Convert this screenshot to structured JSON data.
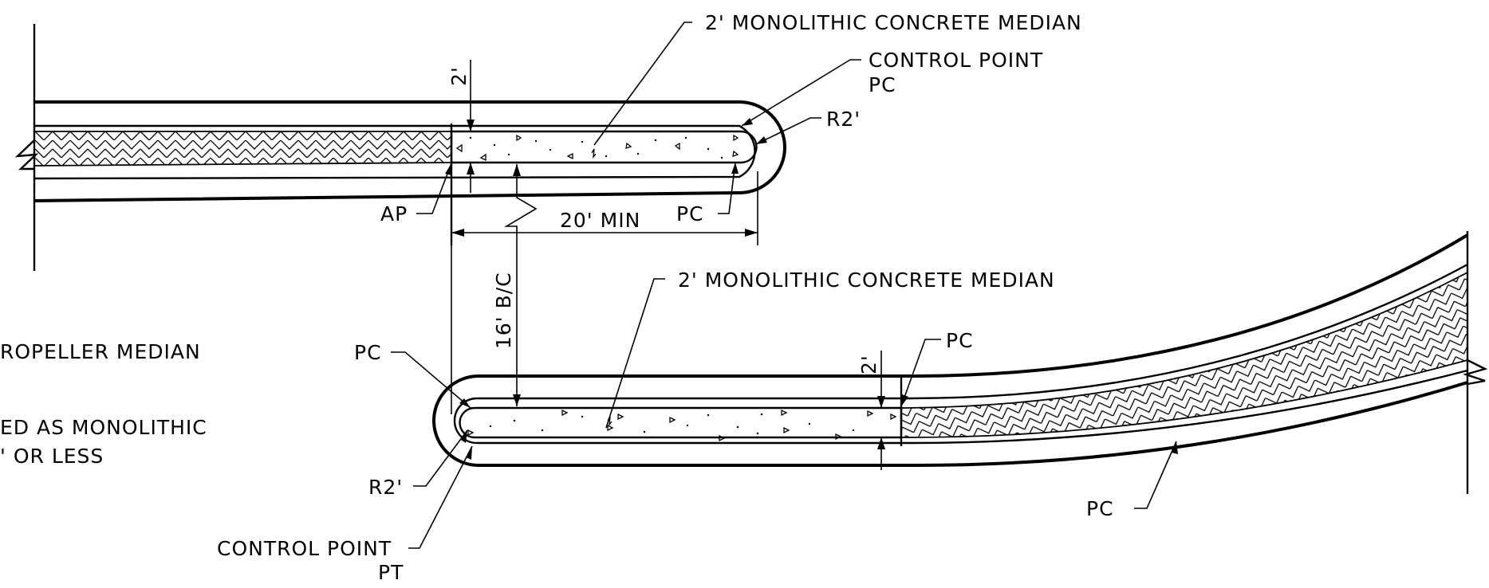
{
  "labels": {
    "median_top": "2' MONOLITHIC CONCRETE MEDIAN",
    "control_point_top": "CONTROL POINT",
    "control_point_top_pc": "PC",
    "r2_top": "R2'",
    "dim_2_top": "2'",
    "ap": "AP",
    "pc_top_bottom": "PC",
    "dim_20_min": "20' MIN",
    "dim_16_bc": "16' B/C",
    "median_bottom": "2' MONOLITHIC CONCRETE MEDIAN",
    "pc_bottom_right": "PC",
    "dim_2_bottom": "2'",
    "pc_left": "PC",
    "r2_bottom": "R2'",
    "control_point_bottom": "CONTROL POINT",
    "control_point_bottom_pt": "PT",
    "pc_bottom_curve": "PC",
    "note_line_1": "ROPELLER MEDIAN",
    "note_line_2": "ED AS MONOLITHIC",
    "note_line_3": "' OR LESS"
  },
  "colors": {
    "line": "#000000",
    "background": "#ffffff"
  }
}
